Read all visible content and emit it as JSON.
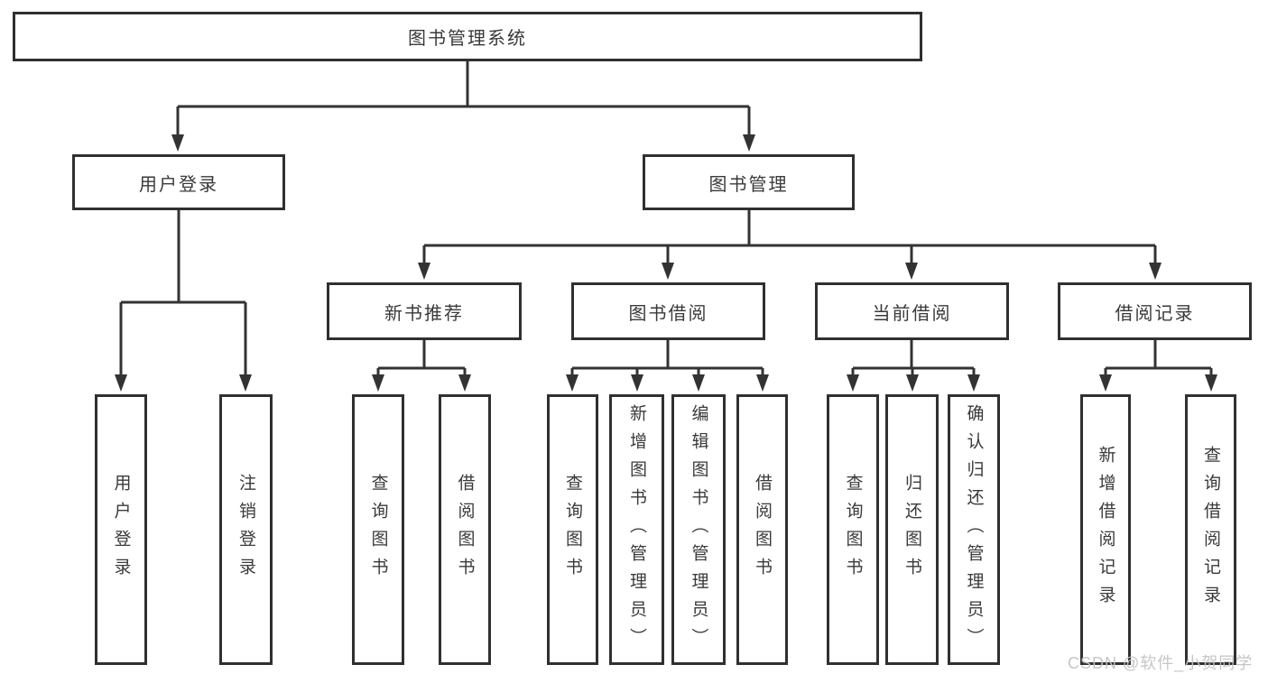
{
  "diagram": {
    "root": {
      "label": "图书管理系统"
    },
    "user_login": {
      "label": "用户登录",
      "children": [
        {
          "label": "用户登录"
        },
        {
          "label": "注销登录"
        }
      ]
    },
    "book_mgmt": {
      "label": "图书管理",
      "modules": [
        {
          "label": "新书推荐",
          "children": [
            {
              "label": "查询图书"
            },
            {
              "label": "借阅图书"
            }
          ]
        },
        {
          "label": "图书借阅",
          "children": [
            {
              "label": "查询图书"
            },
            {
              "label": "新增图书（管理员）"
            },
            {
              "label": "编辑图书（管理员）"
            },
            {
              "label": "借阅图书"
            }
          ]
        },
        {
          "label": "当前借阅",
          "children": [
            {
              "label": "查询图书"
            },
            {
              "label": "归还图书"
            },
            {
              "label": "确认归还（管理员）"
            }
          ]
        },
        {
          "label": "借阅记录",
          "children": [
            {
              "label": "新增借阅记录"
            },
            {
              "label": "查询借阅记录"
            }
          ]
        }
      ]
    },
    "line_color": "#333333",
    "border_color": "#303030",
    "text_color": "#3a3a3a"
  },
  "watermark": {
    "text": "CSDN @软件_小贺同学"
  }
}
